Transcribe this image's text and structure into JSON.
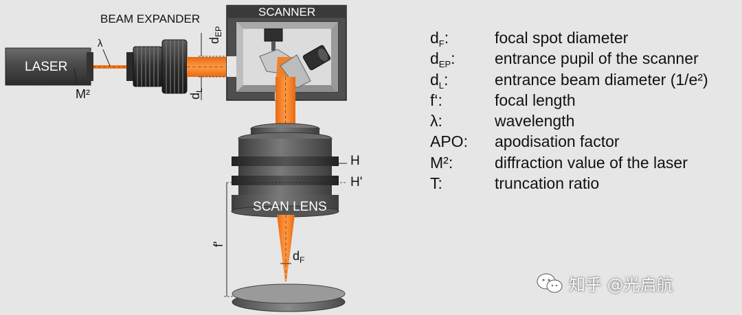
{
  "labels": {
    "laser": "LASER",
    "beam_expander": "BEAM EXPANDER",
    "scanner": "SCANNER",
    "scan_lens": "SCAN LENS",
    "lambda": "λ",
    "m2": "M²",
    "d_ep_base": "d",
    "d_ep_sub": "EP",
    "d_l_base": "d",
    "d_l_sub": "L",
    "h": "H",
    "h_prime": "H'",
    "f": "f'",
    "d_f_base": "d",
    "d_f_sub": "F"
  },
  "legend": [
    {
      "base": "d",
      "sub": "F",
      "suffix": ":",
      "desc": "focal spot diameter"
    },
    {
      "base": "d",
      "sub": "EP",
      "suffix": ":",
      "desc": "entrance pupil of the scanner"
    },
    {
      "base": "d",
      "sub": "L",
      "suffix": ":",
      "desc": "entrance beam diameter (1/e²)"
    },
    {
      "base": "f‘",
      "sub": "",
      "suffix": ":",
      "desc": "focal length"
    },
    {
      "base": "λ",
      "sub": "",
      "suffix": ":",
      "desc": "wavelength"
    },
    {
      "base": "APO",
      "sub": "",
      "suffix": ":",
      "desc": "apodisation factor"
    },
    {
      "base": "M²",
      "sub": "",
      "suffix": ":",
      "desc": "diffraction value of the laser"
    },
    {
      "base": "T",
      "sub": "",
      "suffix": ":",
      "desc": "truncation ratio"
    }
  ],
  "watermark": {
    "text": "知乎 @光启航",
    "icon": "wechat-icon"
  },
  "colors": {
    "background": "#e6e6e6",
    "beam": "#f07a1e",
    "housing": "#555555",
    "dark_metal": "#3a3a3a"
  }
}
